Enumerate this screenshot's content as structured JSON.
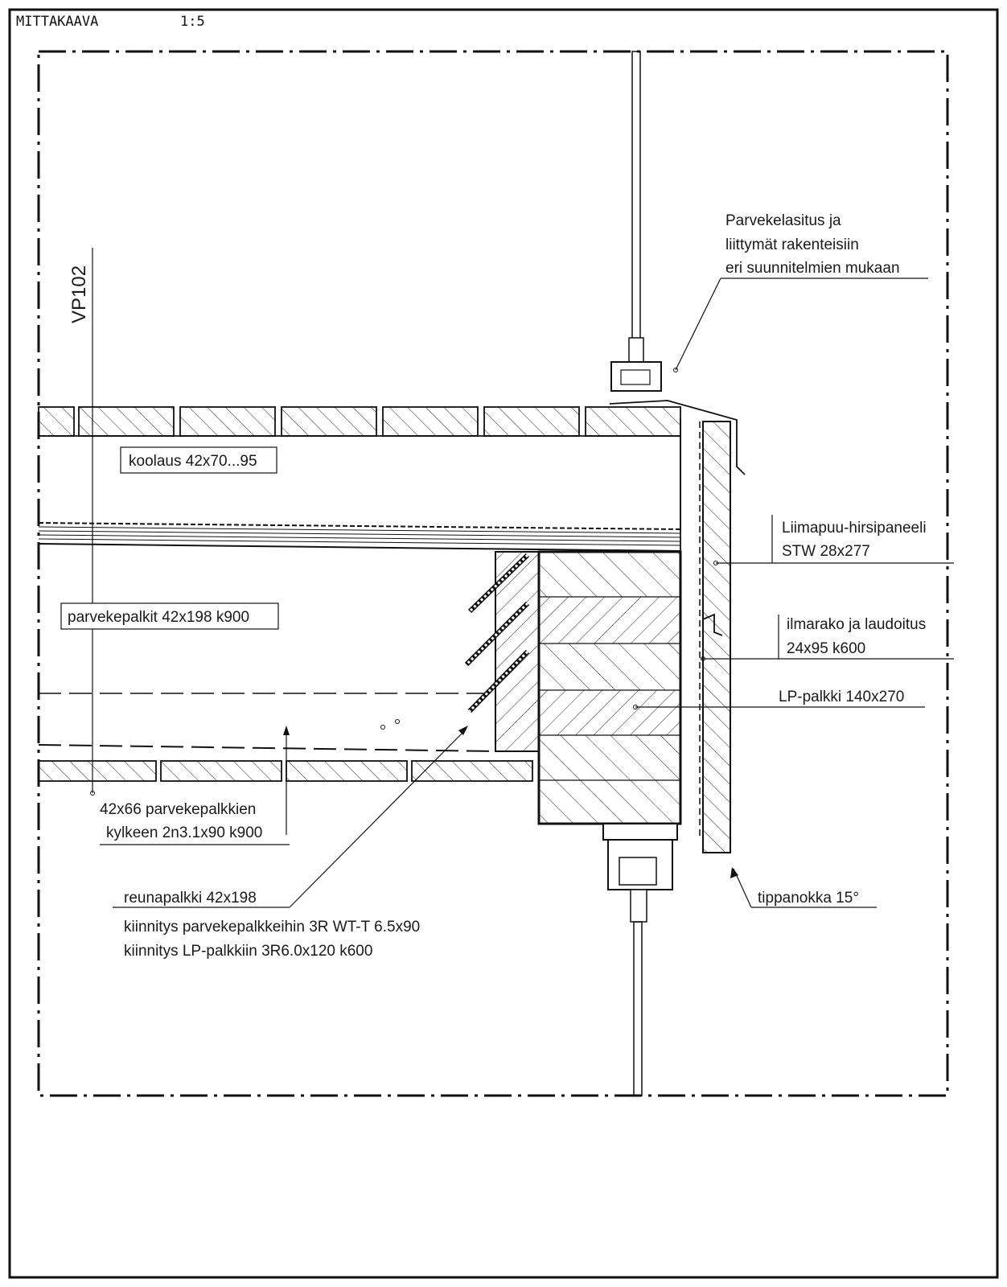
{
  "sheet": {
    "scale_label": "MITTAKAAVA",
    "scale_value": "1:5"
  },
  "section_mark": "VP102",
  "labels": {
    "glazing": [
      "Parvekelasitus ja",
      "liittymät rakenteisiin",
      "eri suunnitelmien mukaan"
    ],
    "batten": "koolaus 42x70...95",
    "log_panel": [
      "Liimapuu-hirsipaneeli",
      "STW 28x277"
    ],
    "balcony_beams": "parvekepalkit 42x198 k900",
    "air_gap": [
      "ilmarako ja laudoitus",
      "24x95 k600"
    ],
    "lp_beam": "LP-palkki 140x270",
    "side_block": [
      "42x66 parvekepalkkien",
      "kylkeen 2n3.1x90 k900"
    ],
    "edge_beam": [
      "reunapalkki 42x198",
      "kiinnitys parvekepalkkeihin 3R WT-T 6.5x90",
      "kiinnitys LP-palkkiin 3R6.0x120 k600"
    ],
    "drip": "tippanokka 15°"
  }
}
